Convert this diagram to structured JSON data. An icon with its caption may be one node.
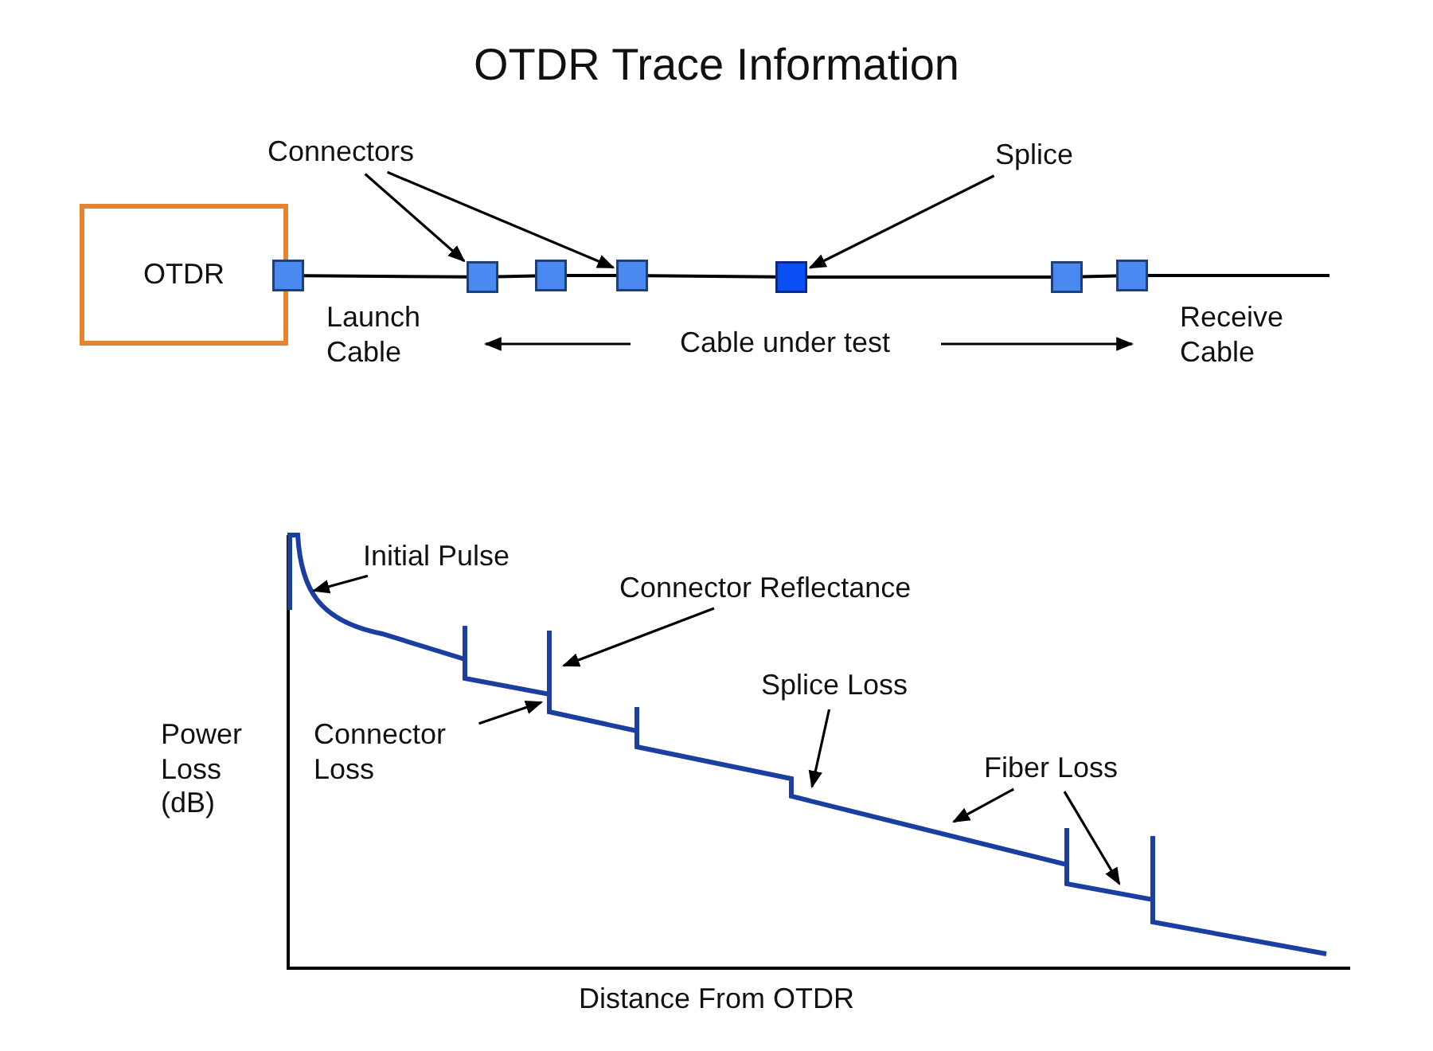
{
  "diagram": {
    "title": "OTDR Trace Information",
    "nodes": [
      {
        "text": [
          "OTDR"
        ]
      },
      {
        "text": [],
        "shape": "box"
      },
      {
        "text": [],
        "shape": "box"
      },
      {
        "text": [],
        "shape": "box"
      },
      {
        "text": [],
        "shape": "box"
      },
      {
        "text": [],
        "shape": "box"
      },
      {
        "text": [],
        "shape": "box"
      },
      {
        "text": [],
        "shape": "box"
      },
      {
        "text": [
          "Connectors"
        ]
      },
      {
        "text": [
          "Splice"
        ]
      },
      {
        "text": [
          "Initial Pulse"
        ]
      },
      {
        "text": [
          "Connector Reflectance"
        ]
      },
      {
        "text": [
          "Connector Loss"
        ]
      },
      {
        "text": [
          "Splice Loss"
        ]
      },
      {
        "text": [
          "Fiber Loss"
        ]
      }
    ],
    "edges": [
      {
        "from": 1,
        "to": 2,
        "arrow": "none"
      },
      {
        "from": 2,
        "to": 3,
        "arrow": "none"
      },
      {
        "from": 3,
        "to": 4,
        "arrow": "none"
      },
      {
        "from": 4,
        "to": 5,
        "arrow": "none"
      },
      {
        "from": 5,
        "to": 6,
        "arrow": "none"
      },
      {
        "from": 6,
        "to": 7,
        "arrow": "none"
      },
      {
        "from": 7,
        "to": null,
        "arrow": "none"
      },
      {
        "from": 8,
        "to": 2,
        "arrow": "to"
      },
      {
        "from": 8,
        "to": 4,
        "arrow": "to"
      },
      {
        "from": 9,
        "to": 5,
        "arrow": "to"
      },
      {
        "from": 10,
        "to": null,
        "arrow": "to"
      },
      {
        "from": 11,
        "to": null,
        "arrow": "to"
      },
      {
        "from": 12,
        "to": null,
        "arrow": "to"
      },
      {
        "from": 13,
        "to": null,
        "arrow": "to"
      },
      {
        "from": 14,
        "to": null,
        "arrow": "to"
      },
      {
        "from": 14,
        "to": null,
        "arrow": "to"
      }
    ],
    "labels": [
      "Launch Cable",
      "Cable under test",
      "Receive Cable",
      "Power Loss (dB)",
      "Distance From OTDR"
    ]
  }
}
